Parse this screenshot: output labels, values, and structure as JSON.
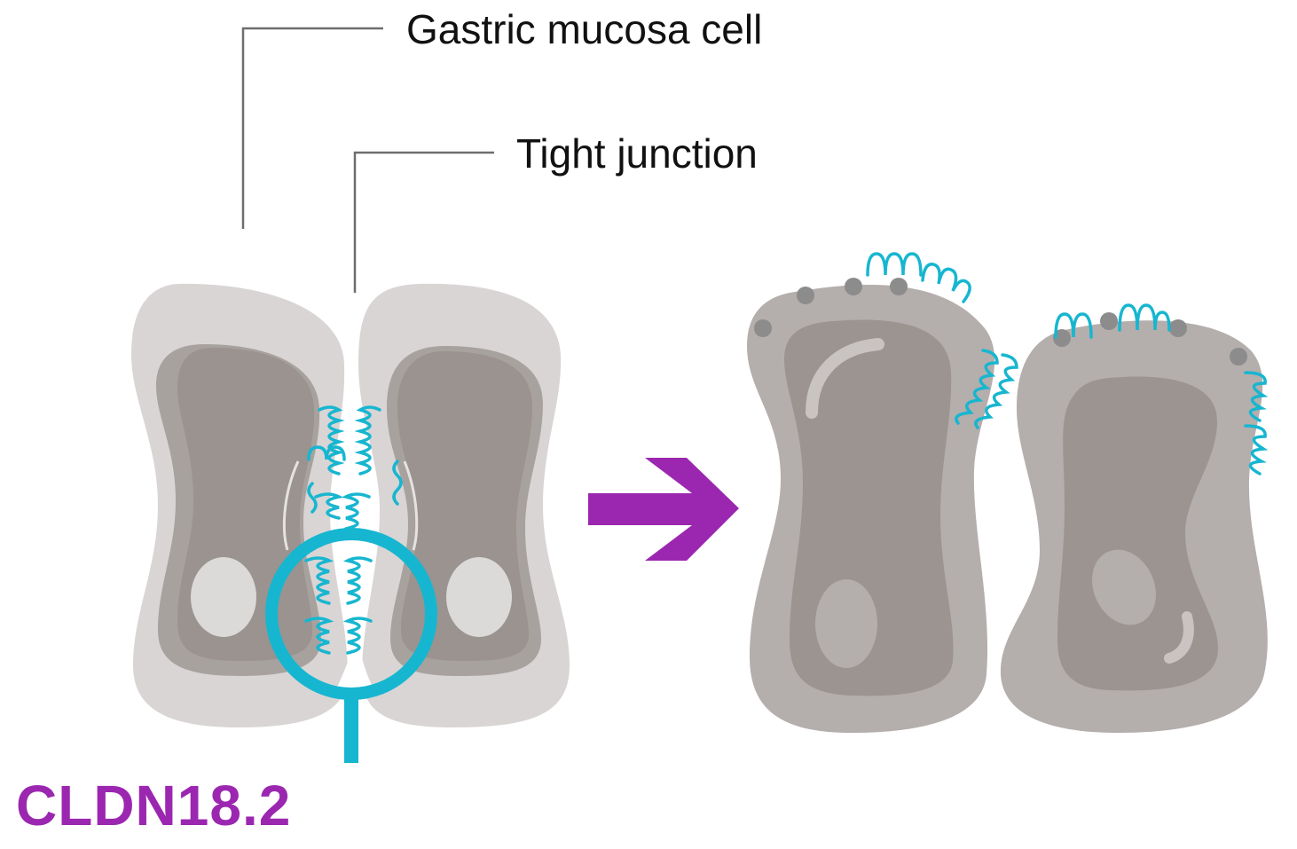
{
  "labels": {
    "gastric_mucosa_cell": "Gastric mucosa cell",
    "tight_junction": "Tight junction",
    "protein": "CLDN18.2"
  },
  "colors": {
    "claudin": "#17b6d0",
    "accent_purple": "#9b27b0",
    "cell_outer_normal": "#d9d5d5",
    "cell_inner_normal": "#a8a29f",
    "cell_core_normal": "#9a938f",
    "cell_outer_tumor": "#b4aeac",
    "cell_core_tumor": "#9b9490",
    "nucleus_light": "#dcdad8",
    "leader_line": "#6e6e6e",
    "dot_gray": "#8c8c8c"
  },
  "icons": {
    "transition": "right-arrow-icon",
    "magnifier": "magnifying-glass-icon"
  }
}
